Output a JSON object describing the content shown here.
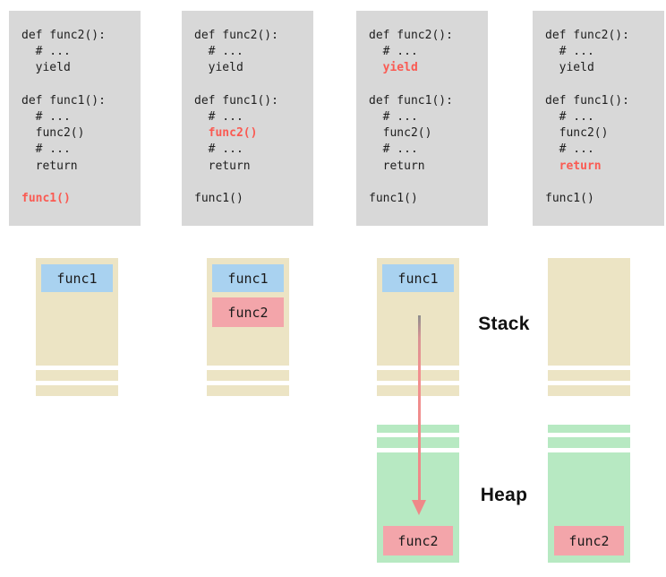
{
  "labels": {
    "stack": "Stack",
    "heap": "Heap"
  },
  "frames": {
    "func1": "func1",
    "func2": "func2"
  },
  "code_lines": [
    "def func2():",
    "  # ...",
    "  yield",
    "",
    "def func1():",
    "  # ...",
    "  func2()",
    "  # ...",
    "  return",
    "",
    "func1()"
  ],
  "panels": [
    {
      "highlight_line": 10,
      "highlight_text": "func1()"
    },
    {
      "highlight_line": 6,
      "highlight_text": "func2()"
    },
    {
      "highlight_line": 2,
      "highlight_text": "yield"
    },
    {
      "highlight_line": 8,
      "highlight_text": "return"
    }
  ],
  "colors": {
    "code_bg": "#d8d8d8",
    "code_text": "#1e1e1e",
    "highlight_red": "#fa5a52",
    "stack_tan": "#ece4c4",
    "frame_blue": "#a9d2f0",
    "frame_pink": "#f3a5aa",
    "heap_green": "#b7e9c2",
    "arrow_pink": "#ef8888",
    "arrow_gray": "#8e8e8e",
    "label_text": "#111111"
  }
}
